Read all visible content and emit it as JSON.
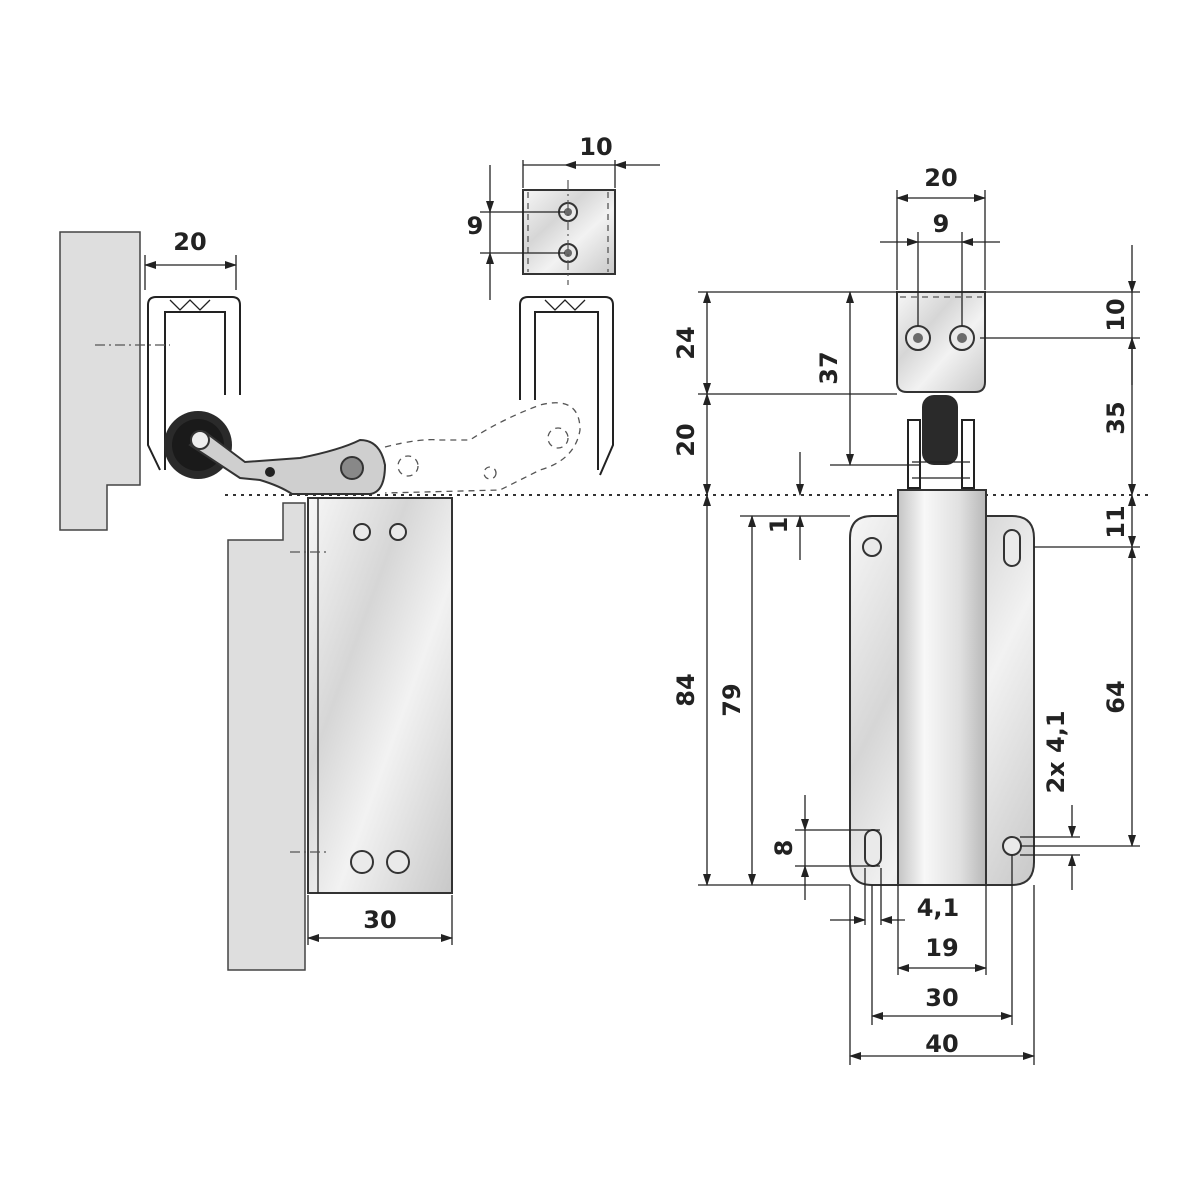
{
  "dimensions": {
    "top_bracket_width": "20",
    "clip_width": "10",
    "clip_hole_spacing": "9",
    "bracket_width_right": "20",
    "bracket_hole_spacing": "9",
    "height_24": "24",
    "height_37": "37",
    "height_20": "20",
    "height_10": "10",
    "height_35": "35",
    "gap_1": "1",
    "height_11": "11",
    "height_84": "84",
    "height_79": "79",
    "height_64": "64",
    "slot_8": "8",
    "holes_2x": "2x 4,1",
    "slot_4_1": "4,1",
    "width_19": "19",
    "width_30_right": "30",
    "width_40": "40",
    "width_30_left": "30"
  }
}
